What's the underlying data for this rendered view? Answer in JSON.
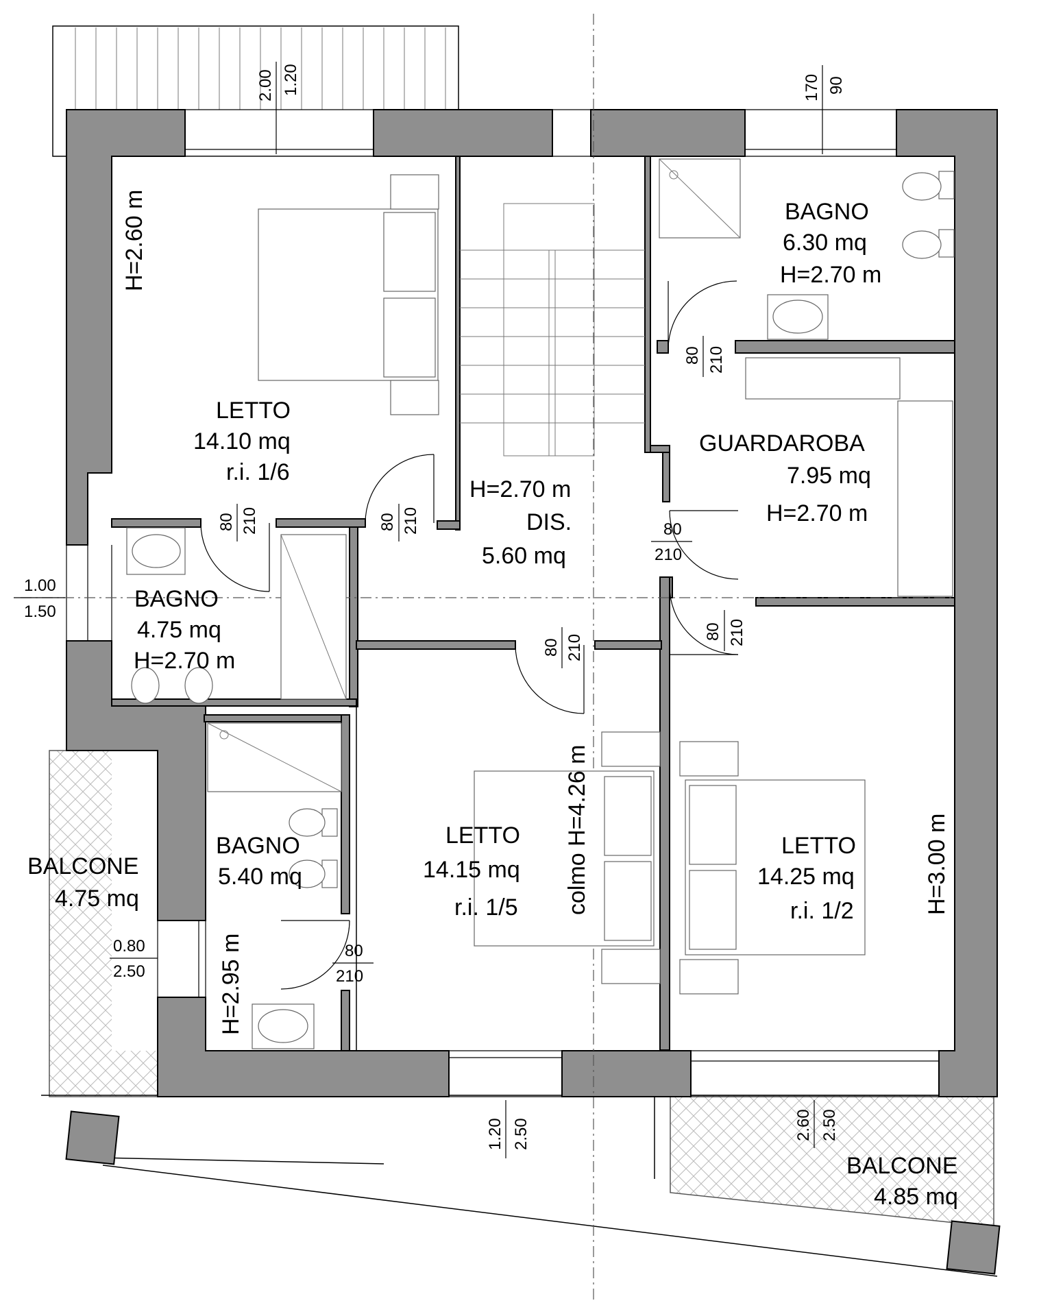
{
  "rooms": {
    "letto_1": {
      "name": "LETTO",
      "area": "14.10 mq",
      "ri": "r.i. 1/6"
    },
    "bagno_1": {
      "name": "BAGNO",
      "area": "6.30 mq",
      "height": "H=2.70 m"
    },
    "guardaroba": {
      "name": "GUARDAROBA",
      "area": "7.95 mq",
      "height": "H=2.70 m"
    },
    "dis": {
      "name": "DIS.",
      "area": "5.60 mq",
      "height": "H=2.70 m"
    },
    "bagno_2": {
      "name": "BAGNO",
      "area": "4.75 mq",
      "height": "H=2.70 m"
    },
    "bagno_3": {
      "name": "BAGNO",
      "area": "5.40 mq"
    },
    "letto_2": {
      "name": "LETTO",
      "area": "14.15 mq",
      "ri": "r.i. 1/5"
    },
    "letto_3": {
      "name": "LETTO",
      "area": "14.25 mq",
      "ri": "r.i. 1/2"
    },
    "balcone_1": {
      "name": "BALCONE",
      "area": "4.75 mq"
    },
    "balcone_2": {
      "name": "BALCONE",
      "area": "4.85 mq"
    }
  },
  "heights": {
    "left_wall": "H=2.60 m",
    "ridge": "colmo H=4.26 m",
    "right_wall": "H=3.00 m",
    "bagno_3": "H=2.95 m"
  },
  "doors": {
    "d1": {
      "w": "80",
      "h": "210"
    },
    "d2": {
      "w": "80",
      "h": "210"
    },
    "d3": {
      "w": "80",
      "h": "210"
    },
    "d4": {
      "w": "80",
      "h": "210"
    },
    "d5": {
      "w": "80",
      "h": "210"
    },
    "d6": {
      "w": "80",
      "h": "210"
    },
    "d7": {
      "w": "80",
      "h": "210"
    }
  },
  "windows": {
    "w_top_left": {
      "a": "2.00",
      "b": "1.20"
    },
    "w_top_right": {
      "a": "170",
      "b": "90"
    },
    "w_left": {
      "a": "1.00",
      "b": "1.50"
    },
    "w_left_low": {
      "a": "0.80",
      "b": "2.50"
    },
    "w_bottom_mid": {
      "a": "1.20",
      "b": "2.50"
    },
    "w_bottom_right": {
      "a": "2.60",
      "b": "2.50"
    }
  }
}
